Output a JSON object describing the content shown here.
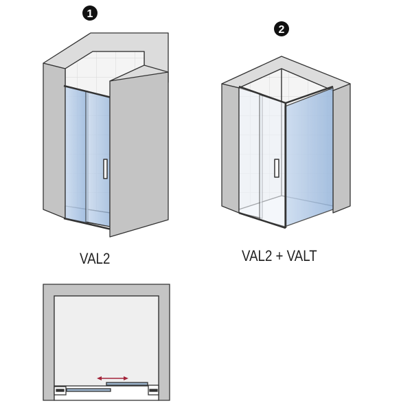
{
  "figure1": {
    "marker": "1",
    "label": "VAL2"
  },
  "figure2": {
    "marker": "2",
    "label": "VAL2 + VALT"
  },
  "colors": {
    "wall": "#c4c4c4",
    "wall_top": "#d9d9d9",
    "tile": "#f3f3f3",
    "glass": "#a9c4e2",
    "arrow": "#a3243a"
  }
}
